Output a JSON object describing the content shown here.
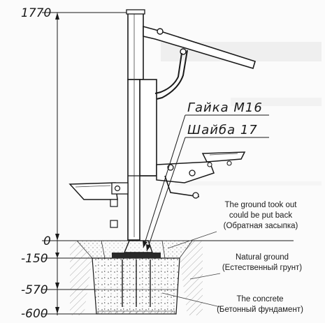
{
  "dimensions": {
    "top": "1770",
    "ground": "0",
    "depth_150": "-150",
    "depth_570": "-570",
    "depth_600": "-600"
  },
  "parts": {
    "nut": "Гайка М16",
    "washer": "Шайба 17"
  },
  "annotations": {
    "backfill_en_1": "The ground took out",
    "backfill_en_2": "could be put back",
    "backfill_ru": "(Обратная засыпка)",
    "natural_en": "Natural ground",
    "natural_ru": "(Естественный грунт)",
    "concrete_en": "The concrete",
    "concrete_ru": "(Бетонный фундамент)"
  }
}
